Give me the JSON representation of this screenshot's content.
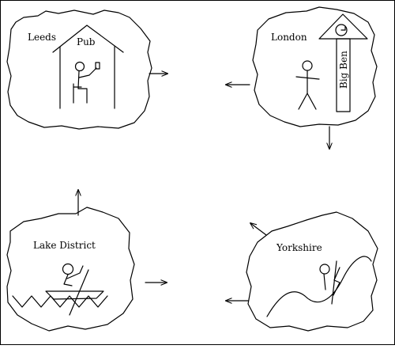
{
  "panels": {
    "leeds": {
      "label": "Leeds",
      "building_label": "Pub"
    },
    "london": {
      "label": "London",
      "landmark_label": "Big Ben"
    },
    "lake_district": {
      "label": "Lake District"
    },
    "yorkshire": {
      "label": "Yorkshire"
    }
  },
  "colors": {
    "stroke": "#000000",
    "background": "#ffffff"
  }
}
